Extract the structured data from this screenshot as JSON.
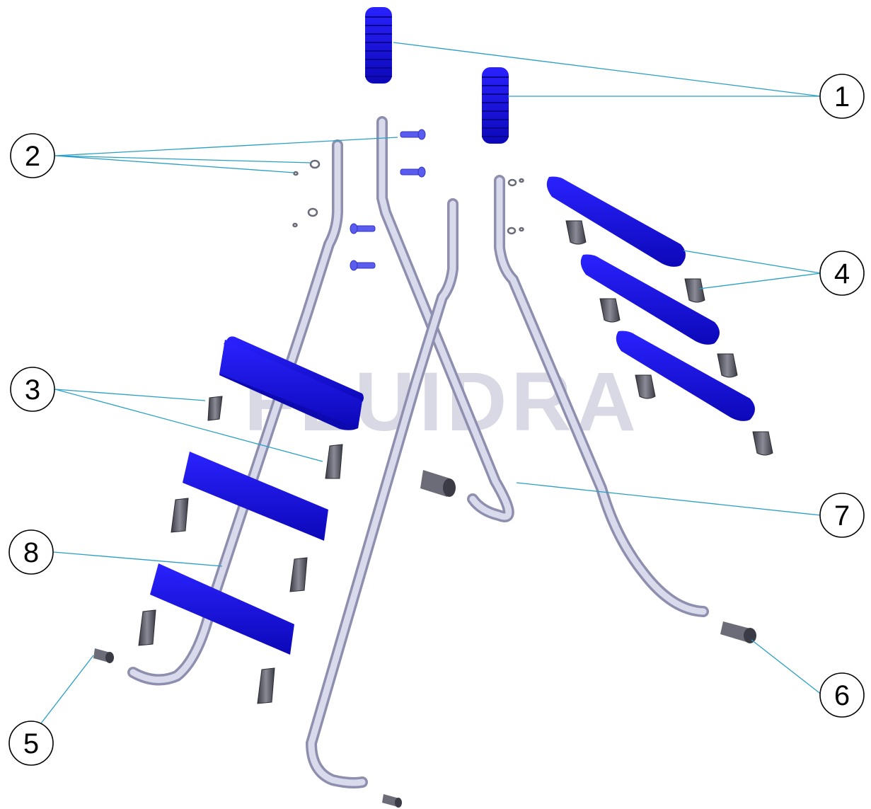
{
  "watermark": "FLUIDRA",
  "colors": {
    "tread_blue": "#1a12e6",
    "tube_silver": "#c7c8dc",
    "insert_gray": "#555660",
    "leader": "#2a9fc4"
  },
  "callouts": [
    {
      "number": "1",
      "part": "handrail grip"
    },
    {
      "number": "2",
      "part": "screw and washer set"
    },
    {
      "number": "3",
      "part": "step insert"
    },
    {
      "number": "4",
      "part": "step insert"
    },
    {
      "number": "5",
      "part": "foot cap"
    },
    {
      "number": "6",
      "part": "foot cap"
    },
    {
      "number": "7",
      "part": "tube"
    },
    {
      "number": "8",
      "part": "tube"
    }
  ]
}
